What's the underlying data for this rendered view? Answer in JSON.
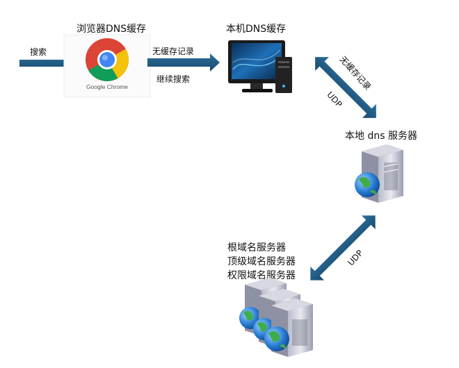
{
  "labels": {
    "search": "搜索",
    "browser_cache": "浏览器DNS缓存",
    "google_chrome": "Google Chrome",
    "no_cache_record": "无缓存记录",
    "continue_search": "继续搜索",
    "local_cache": "本机DNS缓存",
    "no_cache_record_diag": "无缓存记录",
    "udp_top": "UDP",
    "local_dns_server": "本地 dns 服务器",
    "udp_bottom": "UDP",
    "server_tiers": [
      "根域名服务器",
      "顶级域名服务器",
      "权限域名服务器"
    ]
  },
  "colors": {
    "arrow": "#1f5d86",
    "arrow_dark": "#164a6d",
    "chrome_red": "#db4437",
    "chrome_yellow": "#f4c20d",
    "chrome_green": "#0f9d58",
    "chrome_blue": "#4285f4",
    "monitor_screen": "#1a4f8c",
    "server_body": "#c9c9d6",
    "globe": "#2a7fd4"
  },
  "icons": {
    "browser": "google-chrome-icon",
    "computer": "desktop-computer-icon",
    "server": "server-globe-icon",
    "server_stack": "server-stack-icon"
  }
}
